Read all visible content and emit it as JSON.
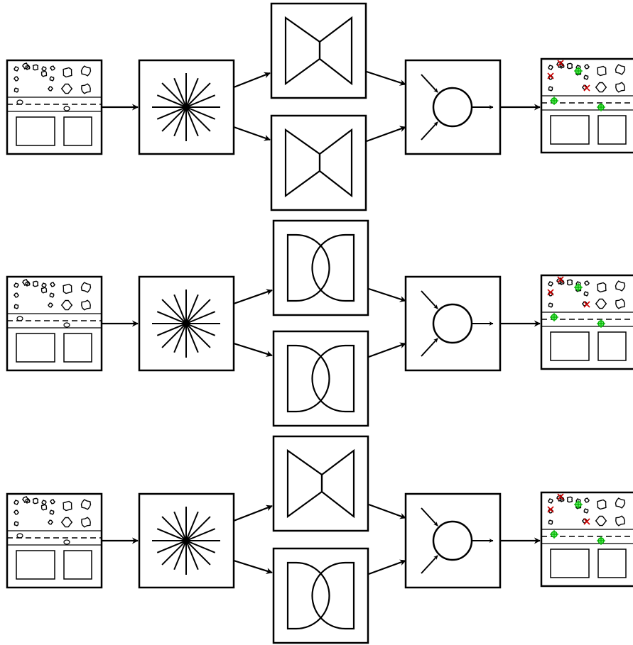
{
  "colors": {
    "stroke": "#000000",
    "background": "#ffffff",
    "detected_wrong": "#cc0000",
    "detected_correct": "#00b000",
    "correct_fill": "#66ee66"
  },
  "rows": [
    {
      "id": "row-1",
      "upper_module": "bowtie-triangles",
      "lower_module": "bowtie-triangles"
    },
    {
      "id": "row-2",
      "upper_module": "double-arc",
      "lower_module": "double-arc"
    },
    {
      "id": "row-3",
      "upper_module": "bowtie-triangles",
      "lower_module": "double-arc"
    }
  ],
  "icons": {
    "input": "sample-scene-icon",
    "augment": "starburst-icon",
    "bowtie": "bowtie-triangles-icon",
    "arc": "double-arc-icon",
    "merge": "merge-circle-icon",
    "output": "annotated-scene-icon"
  }
}
